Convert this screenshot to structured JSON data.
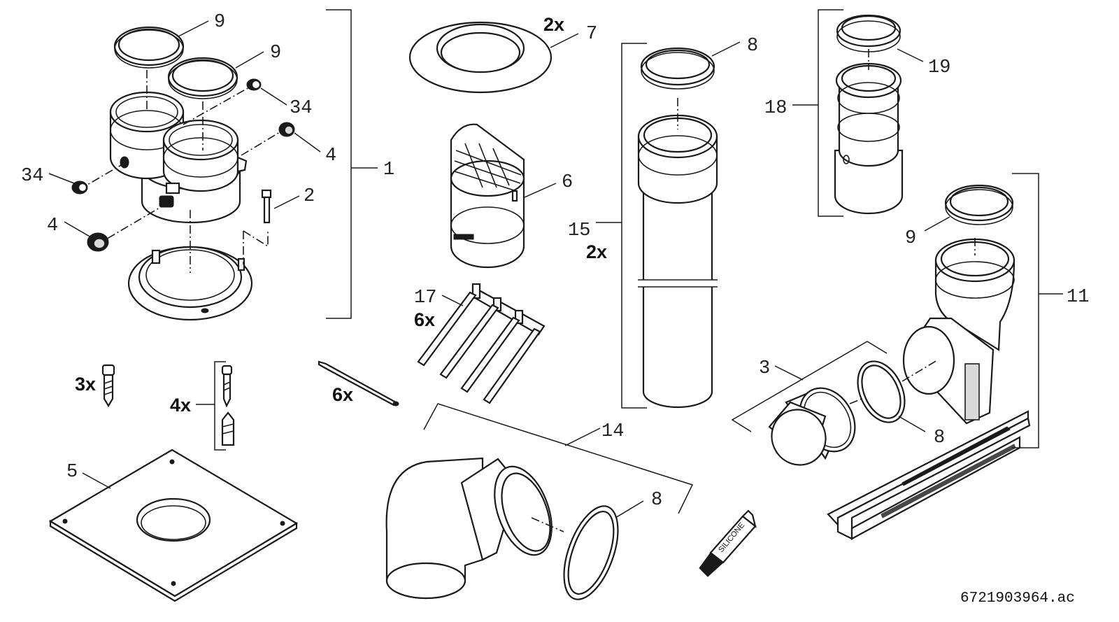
{
  "part_numbers": {
    "n1": "1",
    "n2": "2",
    "n3": "3",
    "n4a": "4",
    "n4b": "4",
    "n5": "5",
    "n6": "6",
    "n7": "7",
    "n8a": "8",
    "n8b": "8",
    "n8c": "8",
    "n9a": "9",
    "n9b": "9",
    "n9c": "9",
    "n11": "11",
    "n14": "14",
    "n15": "15",
    "n17": "17",
    "n18": "18",
    "n19": "19",
    "n34a": "34",
    "n34b": "34"
  },
  "quantities": {
    "q7": "2x",
    "q15": "2x",
    "q17": "6x",
    "q_screw": "3x",
    "q_anchor": "4x",
    "q_tie": "6x"
  },
  "labels": {
    "silicone": "SILICONE"
  },
  "drawing_reference": "6721903964.ac"
}
